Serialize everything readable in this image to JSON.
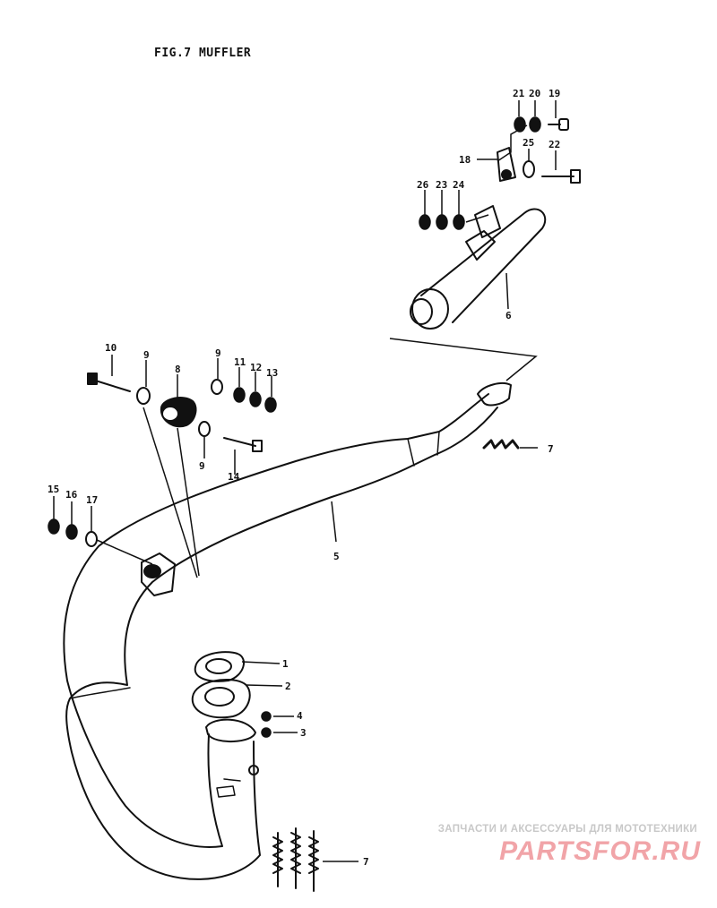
{
  "figure": {
    "title": "FIG.7 MUFFLER"
  },
  "callouts": [
    {
      "label": "21"
    },
    {
      "label": "20"
    },
    {
      "label": "19"
    },
    {
      "label": "25"
    },
    {
      "label": "22"
    },
    {
      "label": "18"
    },
    {
      "label": "26"
    },
    {
      "label": "23"
    },
    {
      "label": "24"
    },
    {
      "label": "6"
    },
    {
      "label": "10"
    },
    {
      "label": "9"
    },
    {
      "label": "8"
    },
    {
      "label": "9"
    },
    {
      "label": "11"
    },
    {
      "label": "12"
    },
    {
      "label": "13"
    },
    {
      "label": "9"
    },
    {
      "label": "14"
    },
    {
      "label": "7"
    },
    {
      "label": "15"
    },
    {
      "label": "16"
    },
    {
      "label": "17"
    },
    {
      "label": "5"
    },
    {
      "label": "1"
    },
    {
      "label": "2"
    },
    {
      "label": "4"
    },
    {
      "label": "3"
    },
    {
      "label": "7"
    }
  ],
  "watermark": {
    "line1": "ЗАПЧАСТИ И АКСЕССУАРЫ ДЛЯ МОТОТЕХНИКИ",
    "logo": "PARTSFOR.RU"
  }
}
